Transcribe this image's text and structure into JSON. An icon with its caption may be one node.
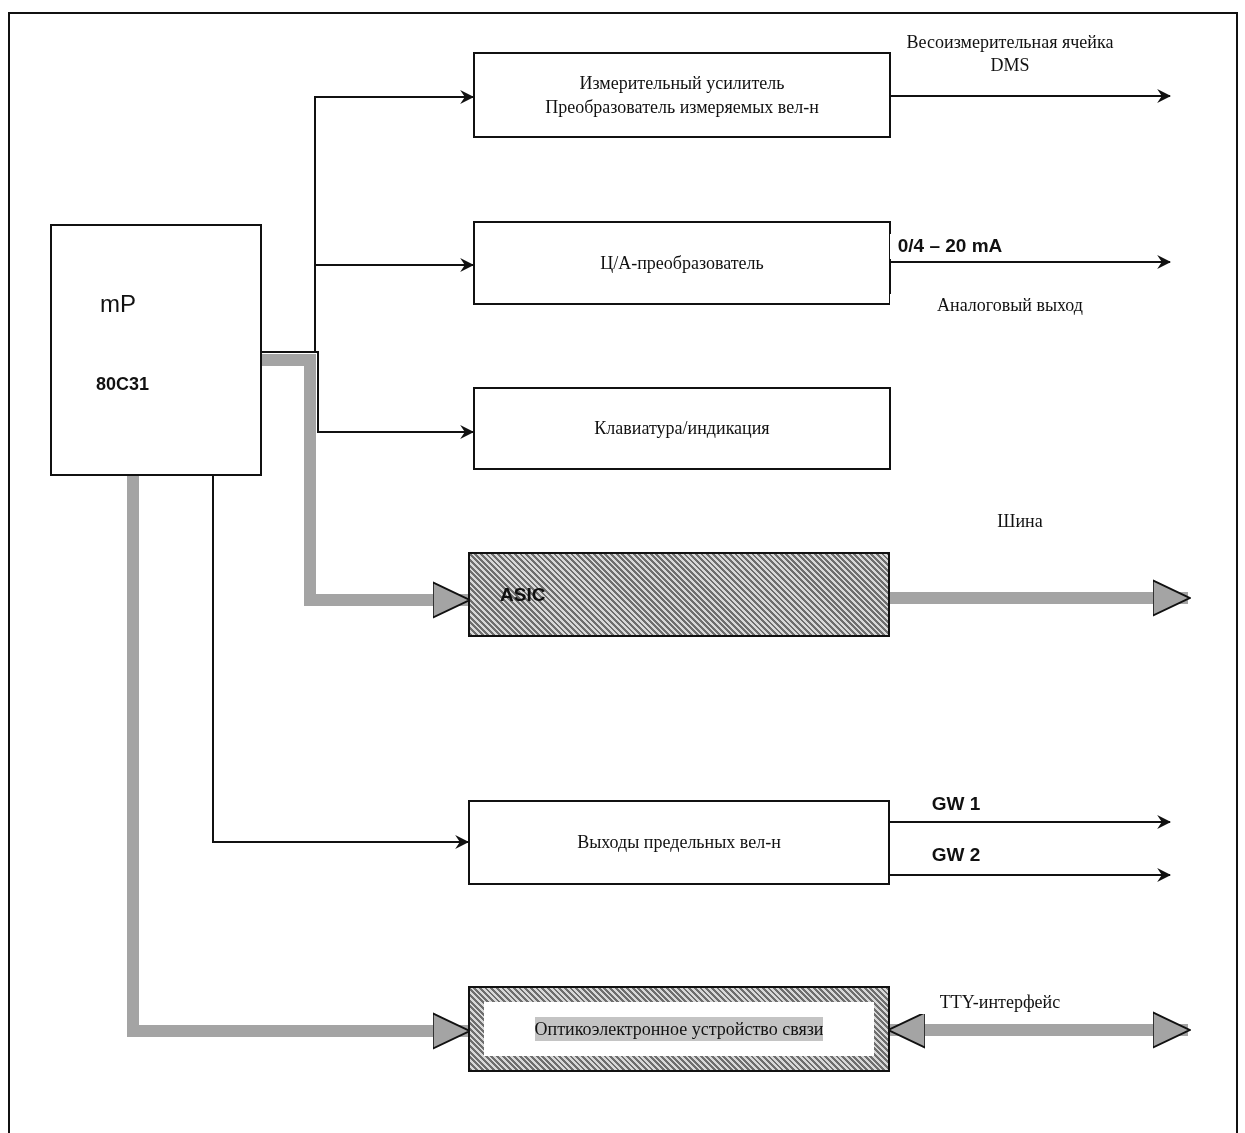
{
  "diagram": {
    "nodes": [
      {
        "text": [
          "mP",
          "80C31"
        ]
      },
      {
        "text": [
          "Измерительный усилитель",
          "Преобразователь измеряемых вел-н"
        ]
      },
      {
        "text": [
          "Ц/А-преобразователь"
        ]
      },
      {
        "text": [
          "Клавиатура/индикация"
        ]
      },
      {
        "text": [
          "ASIC"
        ]
      },
      {
        "text": [
          "Выходы предельных вел-н"
        ]
      },
      {
        "text": [
          "Оптикоэлектронное устройство связи"
        ]
      }
    ],
    "edges": [
      {
        "from": 0,
        "to": 1,
        "arrow": "to"
      },
      {
        "from": 0,
        "to": 2,
        "arrow": "to"
      },
      {
        "from": 0,
        "to": 3,
        "arrow": "to"
      },
      {
        "from": 0,
        "to": 4,
        "arrow": "to",
        "style": "thick",
        "color": "#a4a4a4"
      },
      {
        "from": 0,
        "to": 5,
        "arrow": "to"
      },
      {
        "from": 0,
        "to": 6,
        "arrow": "to",
        "style": "thick",
        "color": "#a4a4a4"
      },
      {
        "from": 1,
        "to": null,
        "arrow": "to",
        "label": "Весоизмерительная ячейка DMS"
      },
      {
        "from": 2,
        "to": null,
        "arrow": "to",
        "label": "0/4 – 20 mA"
      },
      {
        "from": 4,
        "to": null,
        "arrow": "to",
        "style": "thick",
        "color": "#a4a4a4",
        "label": "Шина"
      },
      {
        "from": 5,
        "to": null,
        "arrow": "to",
        "label": "GW 1"
      },
      {
        "from": 5,
        "to": null,
        "arrow": "to",
        "label": "GW 2"
      },
      {
        "from": 6,
        "to": null,
        "arrow": "both",
        "style": "thick",
        "color": "#a4a4a4",
        "label": "TTY-интерфейс"
      }
    ],
    "labels": [
      "Аналоговый выход"
    ]
  }
}
